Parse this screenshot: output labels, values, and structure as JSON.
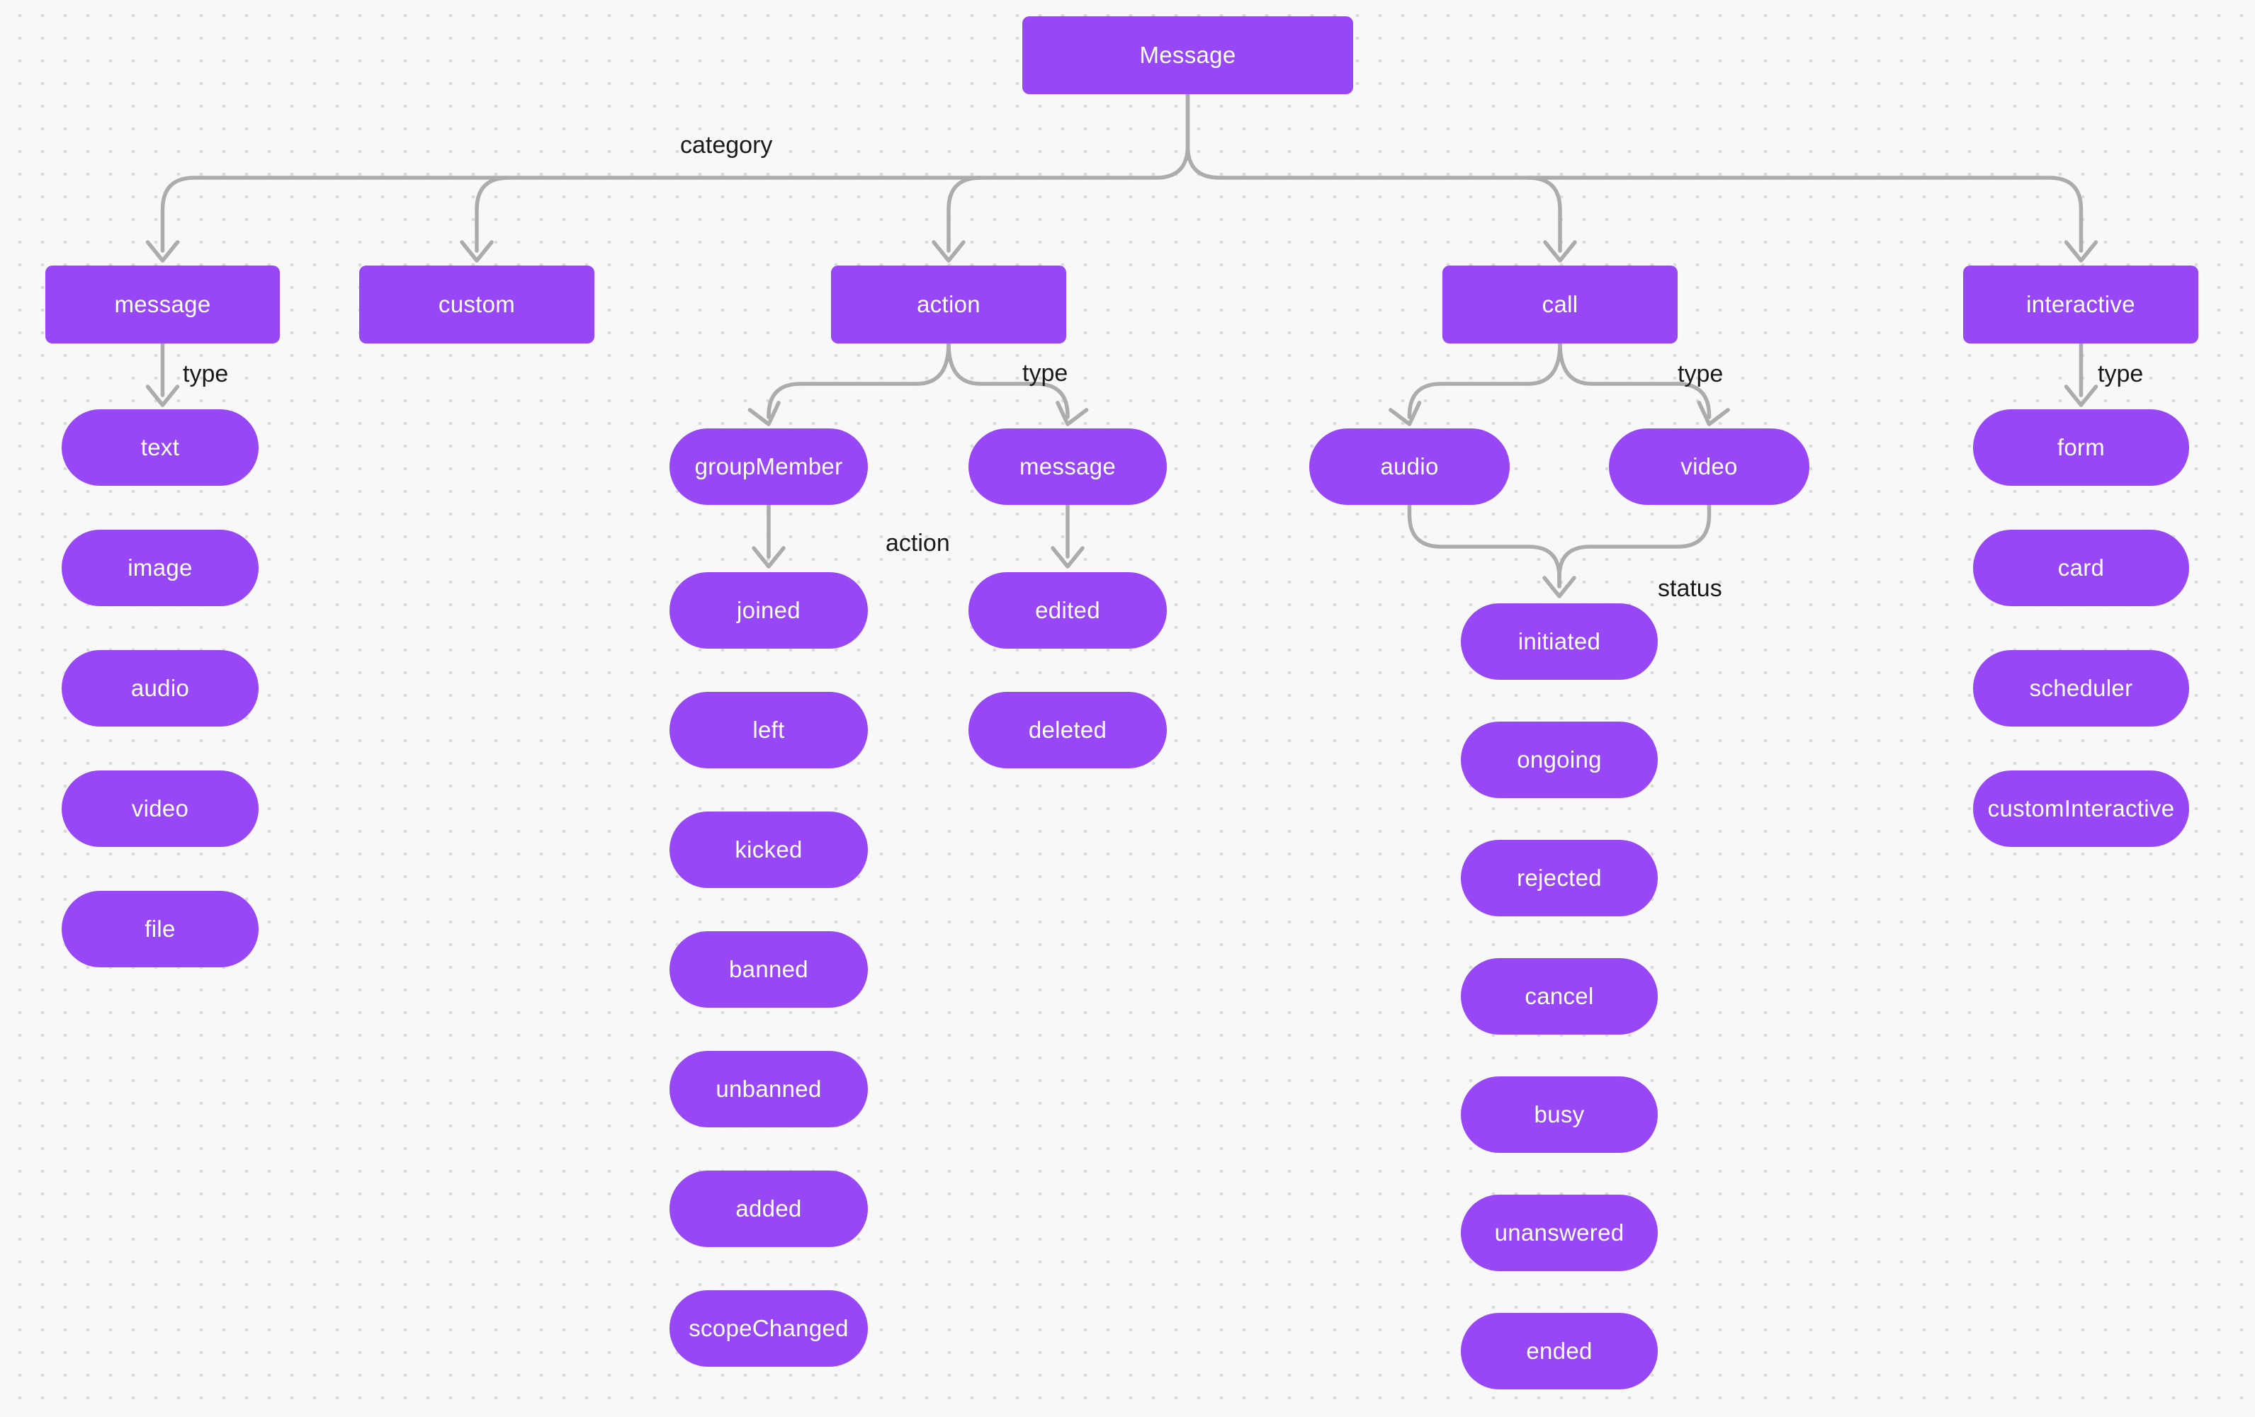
{
  "diagram_title": "Message",
  "colors": {
    "background": "#F8F8F8",
    "grid_dot": "#DBDBDB",
    "node_fill": "#9747F5",
    "node_text": "#FFFFFF",
    "connector": "#ACACAC",
    "edge_label_text": "#1A1A1A"
  },
  "root": {
    "id": "root",
    "label": "Message"
  },
  "edge_labels": [
    {
      "id": "category",
      "text": "category"
    },
    {
      "id": "type-message",
      "text": "type"
    },
    {
      "id": "type-action",
      "text": "type"
    },
    {
      "id": "type-call",
      "text": "type"
    },
    {
      "id": "type-interactive",
      "text": "type"
    },
    {
      "id": "action",
      "text": "action"
    },
    {
      "id": "status",
      "text": "status"
    }
  ],
  "categories": [
    {
      "id": "cat-message",
      "label": "message",
      "children": [
        {
          "id": "text",
          "label": "text"
        },
        {
          "id": "image",
          "label": "image"
        },
        {
          "id": "audio",
          "label": "audio"
        },
        {
          "id": "video",
          "label": "video"
        },
        {
          "id": "file",
          "label": "file"
        }
      ]
    },
    {
      "id": "cat-custom",
      "label": "custom",
      "children": []
    },
    {
      "id": "cat-action",
      "label": "action",
      "children": [
        {
          "id": "group-member",
          "label": "groupMember",
          "children": [
            {
              "id": "joined",
              "label": "joined"
            },
            {
              "id": "left",
              "label": "left"
            },
            {
              "id": "kicked",
              "label": "kicked"
            },
            {
              "id": "banned",
              "label": "banned"
            },
            {
              "id": "unbanned",
              "label": "unbanned"
            },
            {
              "id": "added",
              "label": "added"
            },
            {
              "id": "scope-changed",
              "label": "scopeChanged"
            }
          ]
        },
        {
          "id": "action-message",
          "label": "message",
          "children": [
            {
              "id": "edited",
              "label": "edited"
            },
            {
              "id": "deleted",
              "label": "deleted"
            }
          ]
        }
      ]
    },
    {
      "id": "cat-call",
      "label": "call",
      "children": [
        {
          "id": "call-audio",
          "label": "audio"
        },
        {
          "id": "call-video",
          "label": "video"
        }
      ],
      "statuses": [
        {
          "id": "initiated",
          "label": "initiated"
        },
        {
          "id": "ongoing",
          "label": "ongoing"
        },
        {
          "id": "rejected",
          "label": "rejected"
        },
        {
          "id": "cancel",
          "label": "cancel"
        },
        {
          "id": "busy",
          "label": "busy"
        },
        {
          "id": "unanswered",
          "label": "unanswered"
        },
        {
          "id": "ended",
          "label": "ended"
        }
      ]
    },
    {
      "id": "cat-interactive",
      "label": "interactive",
      "children": [
        {
          "id": "form",
          "label": "form"
        },
        {
          "id": "card",
          "label": "card"
        },
        {
          "id": "scheduler",
          "label": "scheduler"
        },
        {
          "id": "custom-interactive",
          "label": "customInteractive"
        }
      ]
    }
  ]
}
